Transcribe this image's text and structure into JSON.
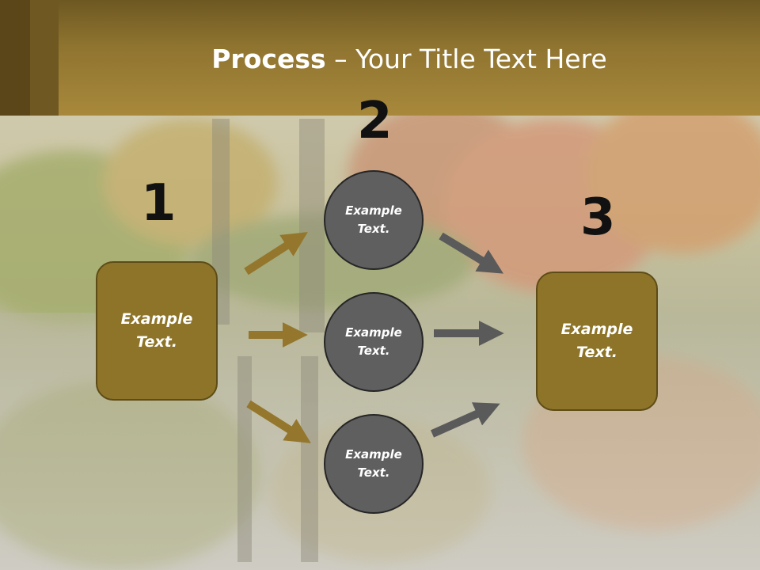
{
  "slide": {
    "title_bold": "Process",
    "title_rest": " – Your Title Text Here",
    "colors": {
      "header": "#a8893b",
      "box_fill": "#8d7428",
      "circle_fill": "#5f5f60",
      "gold_arrow": "#94762c",
      "gray_arrow": "#5a5a5a"
    }
  },
  "steps": {
    "one": {
      "number": "1",
      "text": "Example\nText."
    },
    "two": {
      "number": "2",
      "items": [
        {
          "text": "Example\nText."
        },
        {
          "text": "Example\nText."
        },
        {
          "text": "Example\nText."
        }
      ]
    },
    "three": {
      "number": "3",
      "text": "Example\nText."
    }
  }
}
